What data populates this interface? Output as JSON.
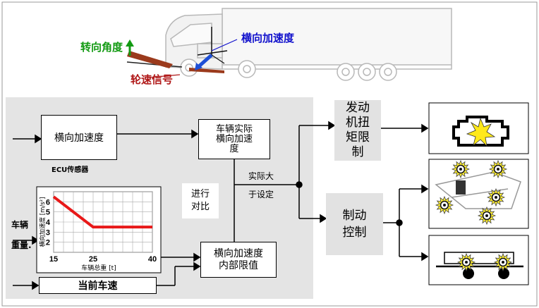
{
  "truck": {
    "steering_angle": "转向角度",
    "lateral_accel": "横向加速度",
    "wheel_speed": "轮速信号"
  },
  "colors": {
    "steering": "#129a12",
    "lateral": "#1111cc",
    "wheel": "#b01818",
    "panel": "#e4e4e4",
    "curve": "#e81818"
  },
  "blocks": {
    "lateral_sensor": "横向加速度",
    "ecu_sensor": "ECU传感器",
    "actual_line1": "车辆实际",
    "actual_line2": "横向加速",
    "actual_line3": "度",
    "compare_line1": "进行",
    "compare_line2": "对比",
    "exceed_line1": "实际大",
    "exceed_line2": "于设定",
    "limit_line1": "横向加速度",
    "limit_line2": "内部限值",
    "vehicle_label1": "车辆",
    "vehicle_label2": "重量.",
    "current_speed": "当前车速",
    "engine_line1": "发动",
    "engine_line2": "机扭",
    "engine_line3": "矩限",
    "engine_line4": "制",
    "brake_line1": "制动",
    "brake_line2": "控制"
  },
  "chart_data": {
    "type": "line",
    "xlabel": "车辆总重 [t]",
    "ylabel": "横向加速度 [m/s²]",
    "xlim": [
      15,
      40
    ],
    "ylim": [
      1,
      7
    ],
    "xticks": [
      "15",
      "25",
      "40"
    ],
    "yticks": [
      "2",
      "3",
      "4",
      "5",
      "6"
    ],
    "grid": true,
    "x": [
      15,
      25,
      40
    ],
    "y": [
      6.5,
      3.5,
      3.5
    ]
  }
}
